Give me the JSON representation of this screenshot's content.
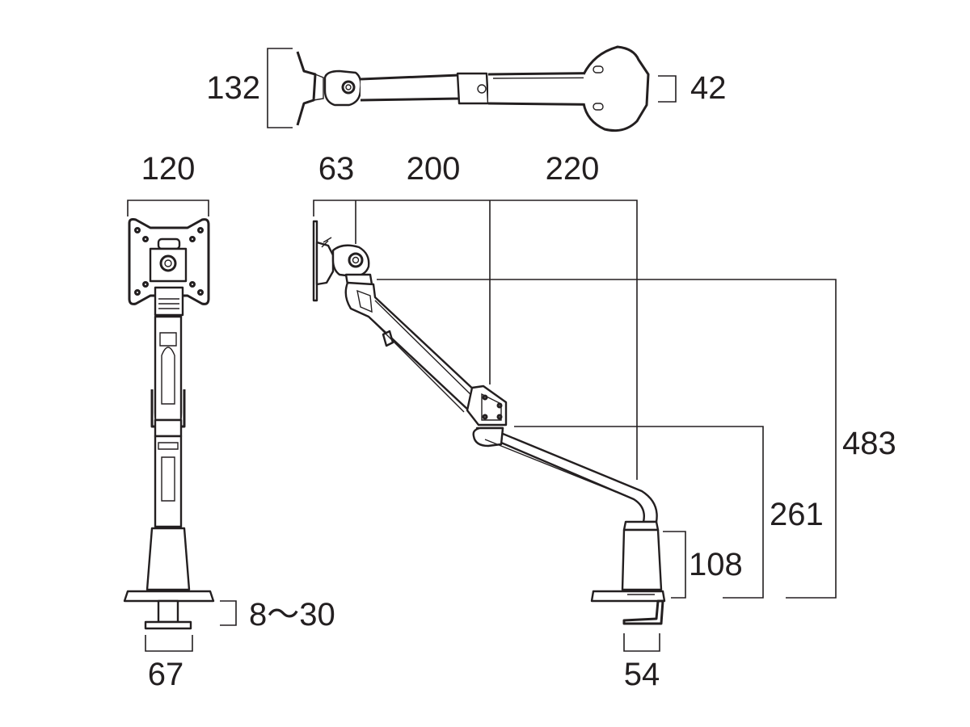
{
  "drawing": {
    "views": {
      "top_view": {
        "dimensions": {
          "monitor_span": "132",
          "clamp_height": "42"
        }
      },
      "front_view": {
        "dimensions": {
          "plate_width": "120",
          "desk_thickness": "8～30",
          "clamp_width": "67"
        }
      },
      "side_view": {
        "dimensions": {
          "plate_offset": "63",
          "upper_arm_reach": "200",
          "lower_arm_reach": "220",
          "max_height": "483",
          "elbow_height": "261",
          "pole_height": "108",
          "clamp_depth": "54"
        }
      }
    },
    "line_color": "#231f20",
    "background": "#ffffff"
  }
}
